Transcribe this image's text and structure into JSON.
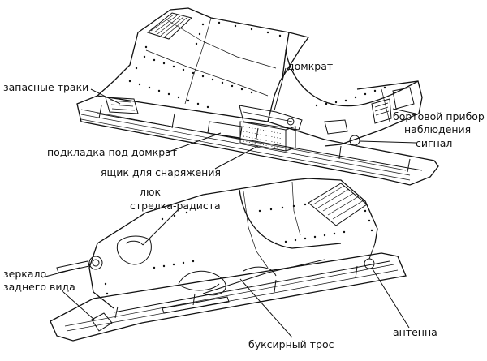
{
  "labels": {
    "spare_tracks": "запасные траки",
    "jack": "домкрат",
    "vision_device_1": "бортовой прибор",
    "vision_device_2": "наблюдения",
    "signal": "сигнал",
    "jack_pad": "подкладка под домкрат",
    "equipment_box": "ящик для снаряжения",
    "hatch_1": "люк",
    "hatch_2": "стрелка-радиста",
    "mirror_1": "зеркало",
    "mirror_2": "заднего вида",
    "tow_cable": "буксирный трос",
    "antenna": "антенна"
  }
}
